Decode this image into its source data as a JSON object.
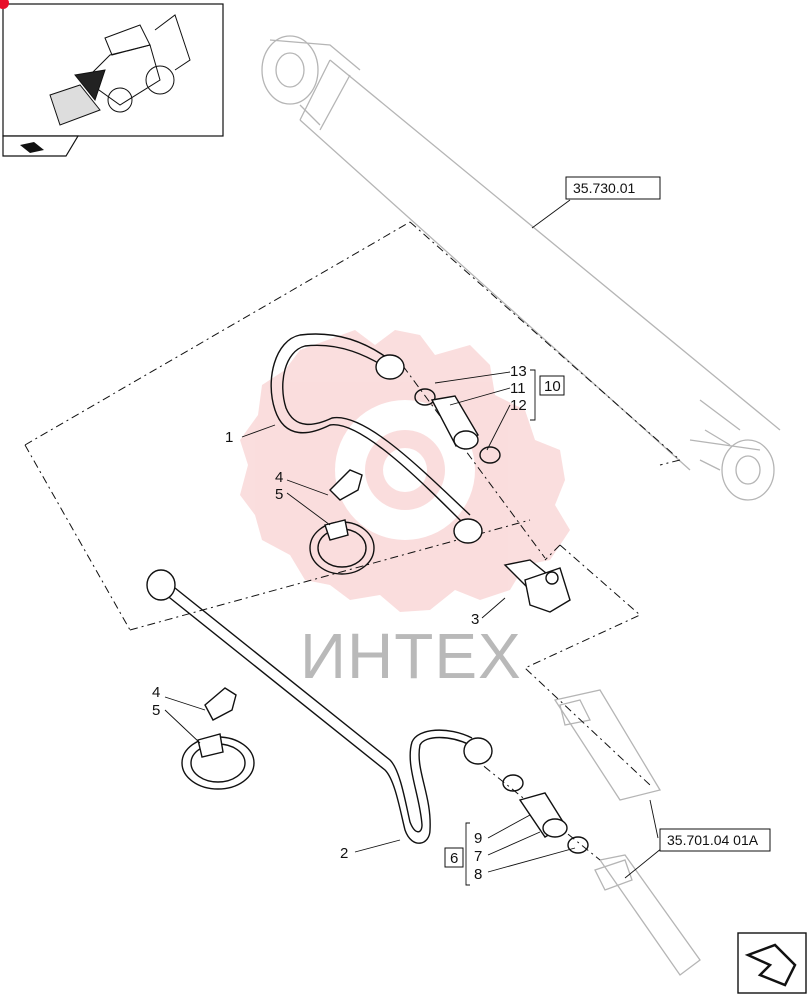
{
  "watermark": {
    "text": "ИНТЕХ",
    "emblem_color": "#f6c3c3",
    "text_color": "#b9b9b9"
  },
  "references": {
    "cylinder": "35.730.01",
    "hose_assembly": "35.701.04 01A"
  },
  "callouts": {
    "tube_upper": "1",
    "tube_lower": "2",
    "elbow_fitting": "3",
    "clip_a": "4",
    "clamp_a": "5",
    "clip_b": "4",
    "clamp_b": "5",
    "kit_upper_box": "10",
    "kit_upper_items": [
      "13",
      "11",
      "12"
    ],
    "kit_lower_box": "6",
    "kit_lower_items": [
      "9",
      "7",
      "8"
    ]
  },
  "icons": {
    "thumbnail": "backhoe-loader-icon",
    "thumbnail_nav": "page-arrow-icon",
    "next_page": "next-page-arrow-icon"
  },
  "colors": {
    "line": "#111111",
    "ghost": "#b5b5b5",
    "accent": "#e8102a"
  }
}
